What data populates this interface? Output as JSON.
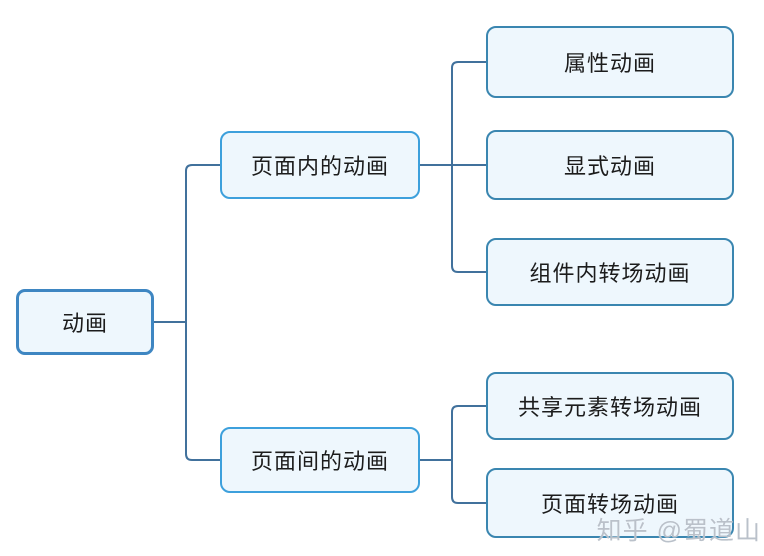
{
  "diagram": {
    "root": {
      "label": "动画"
    },
    "branches": [
      {
        "label": "页面内的动画",
        "children": [
          {
            "label": "属性动画"
          },
          {
            "label": "显式动画"
          },
          {
            "label": "组件内转场动画"
          }
        ]
      },
      {
        "label": "页面间的动画",
        "children": [
          {
            "label": "共享元素转场动画"
          },
          {
            "label": "页面转场动画"
          }
        ]
      }
    ]
  },
  "watermark": "知乎 @蜀道山",
  "colors": {
    "connector": "#41719c",
    "box_fill": "#eef7fd",
    "root_border": "#3e86c2",
    "branch_border": "#3da0dc",
    "leaf_border": "#3a86b0"
  }
}
